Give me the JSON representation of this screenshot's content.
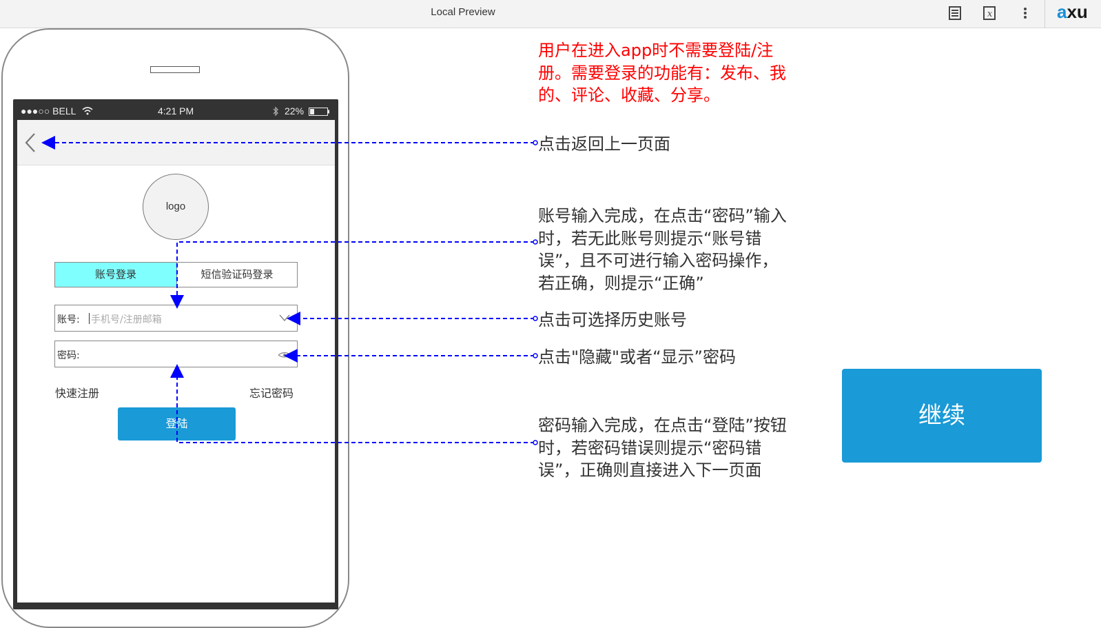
{
  "window": {
    "title": "Local Preview",
    "brand": "axure",
    "toolbar_icons": [
      "page-list-icon",
      "variables-icon",
      "more-options-icon"
    ]
  },
  "phone": {
    "status_bar": {
      "carrier": "●●●○○ BELL",
      "time": "4:21 PM",
      "battery": "22%"
    },
    "logo": "logo",
    "tabs": [
      {
        "label": "账号登录",
        "active": true
      },
      {
        "label": "短信验证码登录",
        "active": false
      }
    ],
    "account_field": {
      "label": "账号:",
      "placeholder": "手机号/注册邮箱"
    },
    "password_field": {
      "label": "密码:"
    },
    "register_link": "快速注册",
    "forgot_link": "忘记密码",
    "login_button": "登陆"
  },
  "notes": {
    "intro": "用户在进入app时不需要登陆/注册。需要登录的功能有：发布、我的、评论、收藏、分享。",
    "back": "点击返回上一页面",
    "account_check": "账号输入完成，在点击“密码”输入时，若无此账号则提示“账号错误”，且不可进行输入密码操作，若正确，则提示“正确”",
    "history": "点击可选择历史账号",
    "toggle_password": "点击\"隐藏\"或者“显示”密码",
    "password_check": "密码输入完成，在点击“登陆”按钮时，若密码错误则提示“密码错误”，正确则直接进入下一页面"
  },
  "continue_button": "继续",
  "colors": {
    "primary": "#1a9ad6",
    "active_tab": "#80ffff",
    "annotation_line": "#0000ff",
    "red_note": "#ff0000"
  }
}
